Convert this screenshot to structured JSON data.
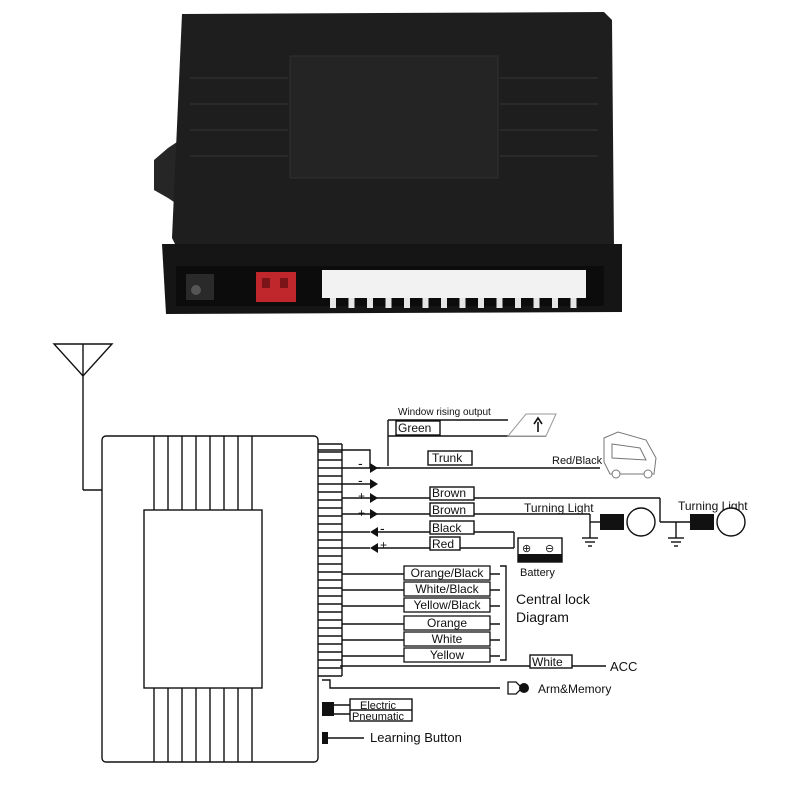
{
  "labels": {
    "window_output": "Window rising output",
    "green": "Green",
    "trunk": "Trunk",
    "red_black": "Red/Black",
    "brown1": "Brown",
    "brown2": "Brown",
    "turning_light_1": "Turning Light",
    "turning_light_2": "Turning Light",
    "black": "Black",
    "red": "Red",
    "battery": "Battery",
    "orange_black": "Orange/Black",
    "white_black": "White/Black",
    "yellow_black": "Yellow/Black",
    "orange": "Orange",
    "white": "White",
    "yellow": "Yellow",
    "central_lock_1": "Central lock",
    "central_lock_2": "Diagram",
    "white_acc": "White",
    "acc": "ACC",
    "arm_memory": "Arm&Memory",
    "electric": "Electric",
    "pneumatic": "Pneumatic",
    "learning_button": "Learning Button"
  },
  "signs": {
    "minus": "-",
    "plus": "+",
    "batt_plus": "⊕",
    "batt_minus": "⊖"
  },
  "colors": {
    "line": "#111111",
    "housing": "#1c1c1c",
    "connector_red": "#c0272d",
    "connector_white": "#f2f2f2"
  }
}
